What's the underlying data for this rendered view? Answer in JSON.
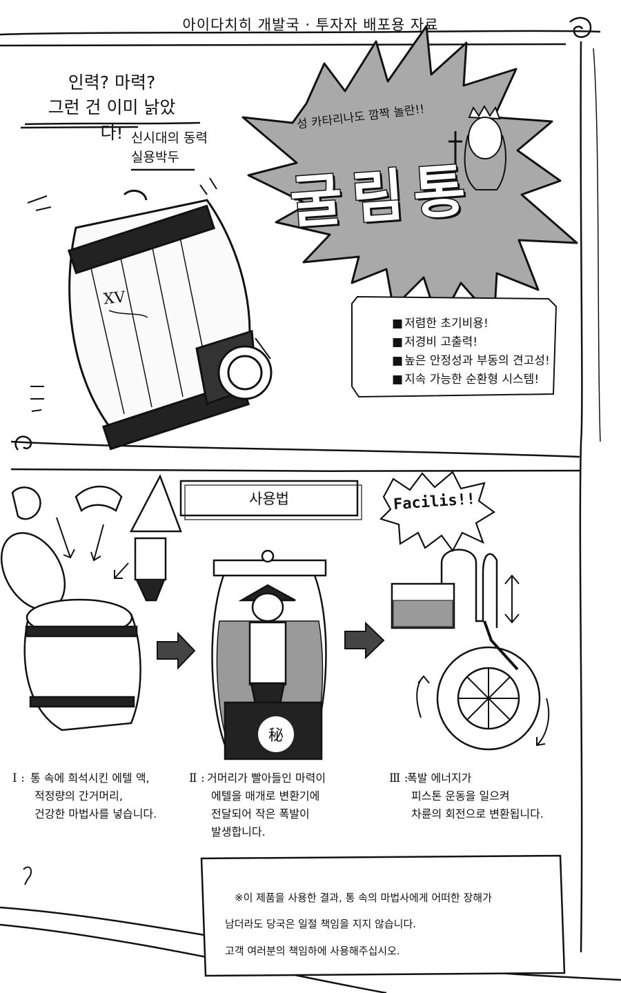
{
  "header": {
    "title": "아이다치히 개발국 · 투자자 배포용 자료"
  },
  "hook": {
    "line1": "인력? 마력?",
    "line2": "그런 건 이미 낡았다!",
    "sub1": "신시대의 동력",
    "sub2": "실용박두"
  },
  "burst": {
    "surprise": "성 카타리나도 깜짝 놀란!!",
    "brand": "굴림통"
  },
  "barrel_mark": "XV",
  "features": [
    "저렴한 초기비용!",
    "저경비 고출력!",
    "높은 안정성과 부동의 견고성!",
    "지속 가능한 순환형 시스템!"
  ],
  "usage": {
    "title": "사용법",
    "facilis": "Facilis!!",
    "secret_mark": "秘",
    "steps": [
      {
        "num": "Ⅰ :",
        "lines": [
          "통 속에 희석시킨 에텔 액,",
          "적정량의 간거머리,",
          "건강한 마법사를 넣습니다."
        ]
      },
      {
        "num": "Ⅱ :",
        "lines": [
          "거머리가 빨아들인 마력이",
          "에텔을 매개로 변환기에",
          "전달되어 작은 폭발이",
          "발생합니다."
        ]
      },
      {
        "num": "Ⅲ :",
        "lines": [
          "폭발 에너지가",
          "피스톤 운동을 일으켜",
          "차륜의 회전으로 변환됩니다."
        ]
      }
    ]
  },
  "disclaimer": {
    "line1": "※이 제품을 사용한 결과, 통 속의 마법사에게 어떠한 장해가",
    "line2": "남더라도 당국은 일절 책임을 지지 않습니다.",
    "line3": "고객 여러분의 책임하에 사용해주십시오."
  }
}
